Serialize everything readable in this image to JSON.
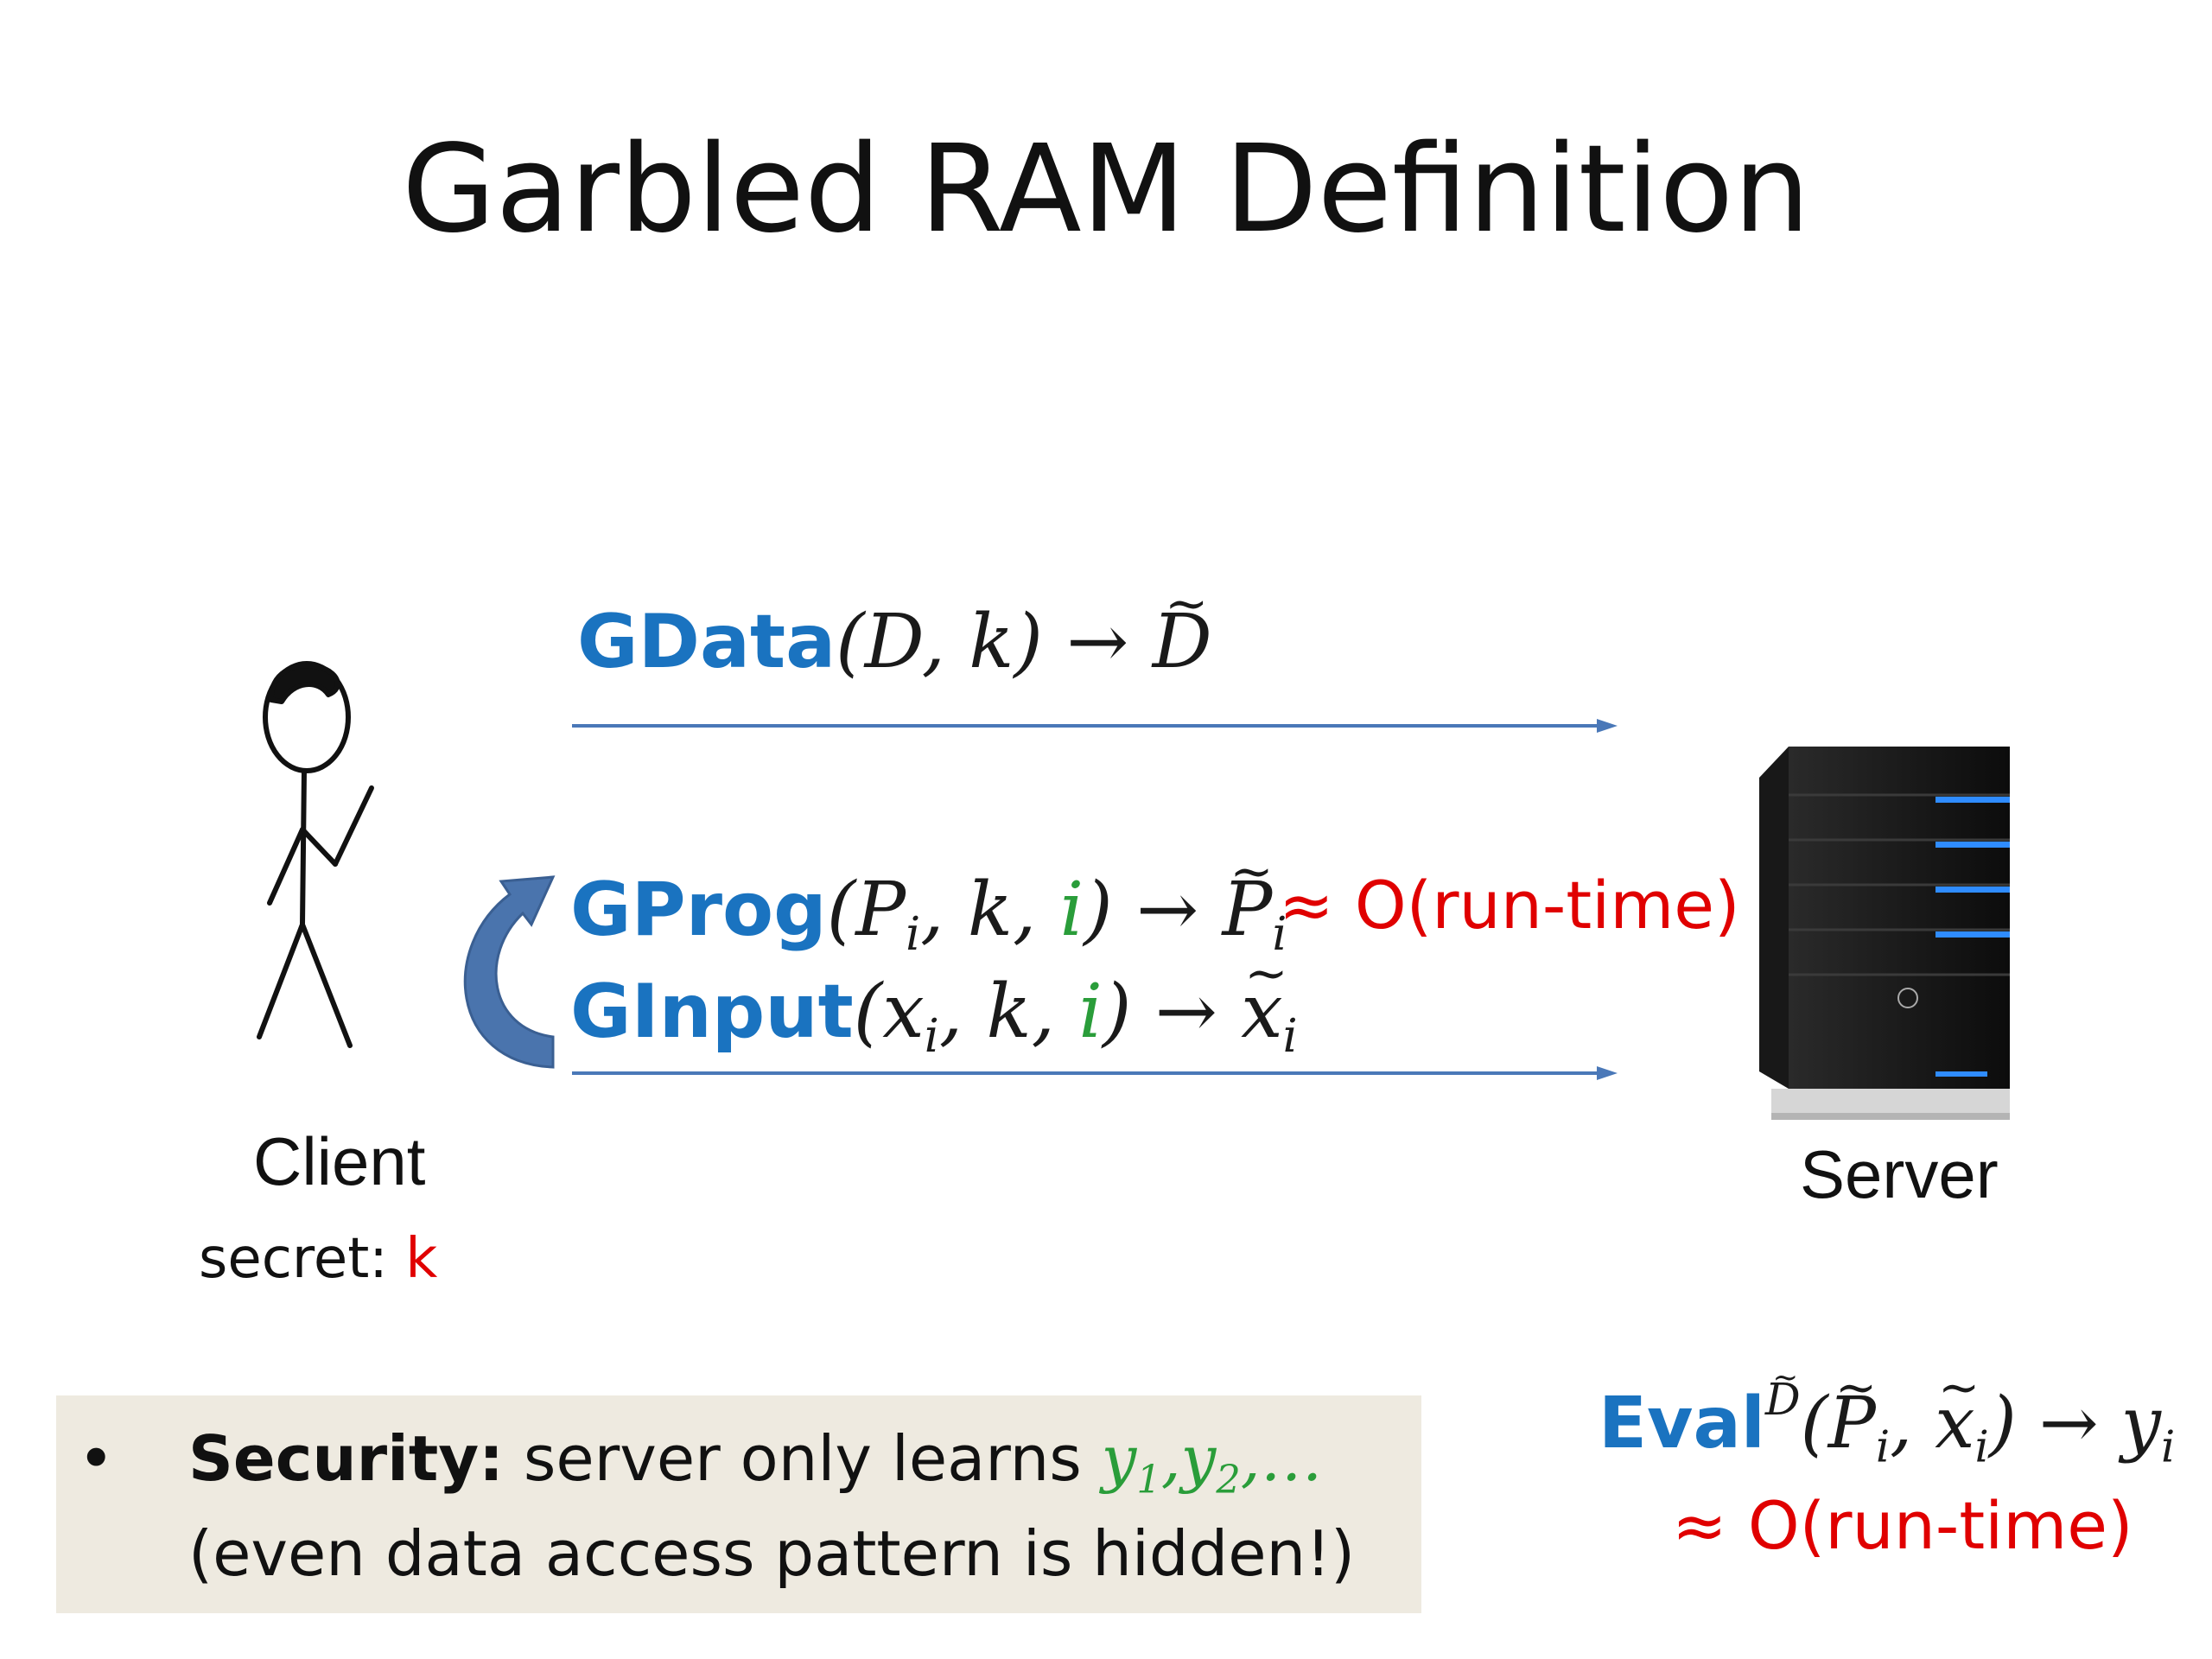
{
  "slide": {
    "title": "Garbled RAM Definition"
  },
  "gdata": {
    "fn": "GData",
    "args": "(D, k)",
    "arrow": "→",
    "result": "D"
  },
  "gprog": {
    "fn": "GProg",
    "open": "(P",
    "sub_i": "i",
    "mid": ", k, ",
    "i": "i",
    "close": ")",
    "arrow": "→",
    "result": "P",
    "result_sub": "i"
  },
  "approx_runtime": "≈ O(run-time)",
  "ginput": {
    "fn": "GInput",
    "open": "(x",
    "sub_i": "i",
    "mid": ", k, ",
    "i": "i",
    "close": ")",
    "arrow": "→",
    "result": "x",
    "result_sub": "i"
  },
  "client": {
    "label": "Client",
    "secret_label": "secret: ",
    "secret_value": "k"
  },
  "server": {
    "label": "Server"
  },
  "eval": {
    "fn": "Eval",
    "sup": "D",
    "open": "(",
    "p": "P",
    "p_sub": "i",
    "comma": ", ",
    "x": "x",
    "x_sub": "i",
    "close": ")",
    "arrow": "→",
    "y": "y",
    "y_sub": "i",
    "runtime": "≈ O(run-time)"
  },
  "security": {
    "bullet": "•",
    "label": "Security:",
    "text": " server only learns ",
    "y": "y",
    "sub1": "1",
    "sep": ",",
    "sub2": "2",
    "ellipsis": ",…",
    "line2": "(even data access pattern is hidden!)"
  },
  "colors": {
    "function_blue": "#1a73c0",
    "red": "#e00000",
    "green": "#2a9d3a",
    "arrow_blue": "#4a78b8",
    "box_bg": "#eeeae0"
  },
  "icons": {
    "client_figure": "stick-figure-icon",
    "server": "server-tower-icon",
    "loop": "curved-arrow-icon"
  }
}
